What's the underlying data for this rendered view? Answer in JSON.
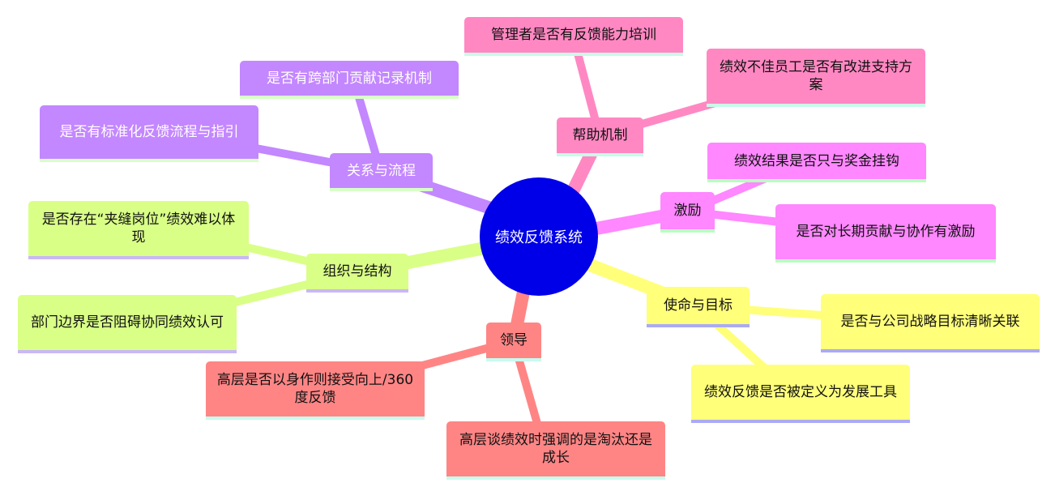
{
  "root": "绩效反馈系统",
  "branches": [
    {
      "label": "关系与流程",
      "color": "#c387ff",
      "children": [
        "是否有跨部门贡献记录机制",
        "是否有标准化反馈流程与指引"
      ]
    },
    {
      "label": "组织与结构",
      "color": "#d9ff87",
      "children": [
        "是否存在“夹缝岗位”绩效难以体现",
        "部门边界是否阻碍协同绩效认可"
      ]
    },
    {
      "label": "领导",
      "color": "#ff8585",
      "children": [
        "高层是否以身作则接受向上/360度反馈",
        "高层谈绩效时强调的是淘汰还是成长"
      ]
    },
    {
      "label": "使命与目标",
      "color": "#ffff7a",
      "children": [
        "是否与公司战略目标清晰关联",
        "绩效反馈是否被定义为发展工具"
      ]
    },
    {
      "label": "激励",
      "color": "#ff87ff",
      "children": [
        "绩效结果是否只与奖金挂钩",
        "是否对长期贡献与协作有激励"
      ]
    },
    {
      "label": "帮助机制",
      "color": "#ff88c3",
      "children": [
        "管理者是否有反馈能力培训",
        "绩效不佳员工是否有改进支持方案"
      ]
    }
  ]
}
